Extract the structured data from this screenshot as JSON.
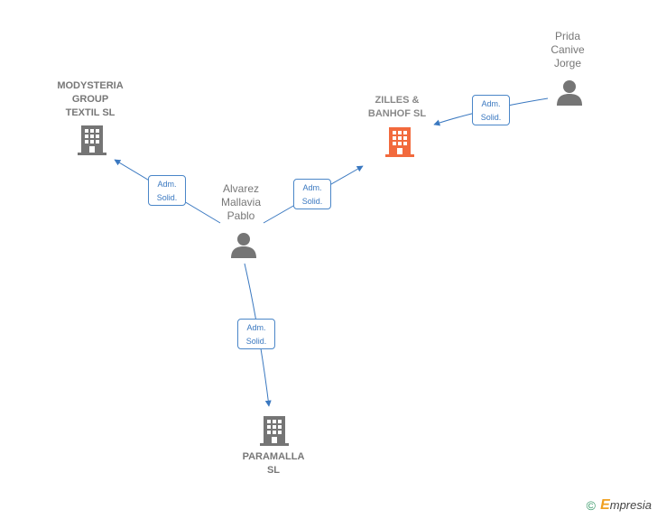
{
  "nodes": {
    "modysteria": "MODYSTERIA\nGROUP\nTEXTIL  SL",
    "zilles": "ZILLES &\nBANHOF  SL",
    "paramalla": "PARAMALLA\nSL",
    "alvarez": "Alvarez\nMallavia\nPablo",
    "prida": "Prida\nCanive\nJorge"
  },
  "edges": {
    "label_line1": "Adm.",
    "label_line2": "Solid."
  },
  "footer": {
    "copyright": "©",
    "brand_first": "E",
    "brand_rest": "mpresia"
  },
  "colors": {
    "edge": "#3a78c0",
    "company": "#757575",
    "main_company": "#f26a3d",
    "person": "#757575"
  }
}
